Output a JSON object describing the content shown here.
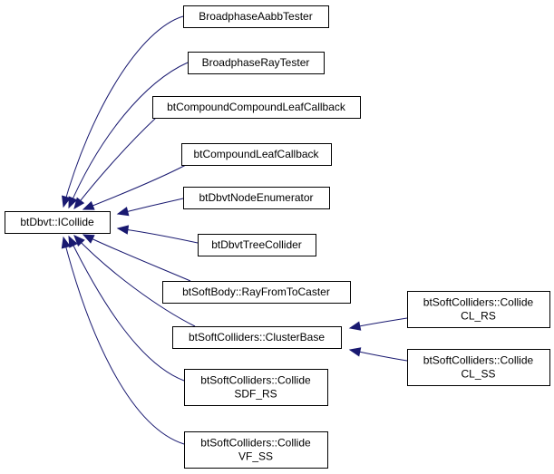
{
  "diagram": {
    "type": "inheritance-graph",
    "colors": {
      "edge": "#191970",
      "node_border": "#000000",
      "node_fill": "#ffffff"
    },
    "nodes": [
      {
        "id": "icollide",
        "lines": [
          "btDbvt::ICollide"
        ]
      },
      {
        "id": "broadphase-aabb-tester",
        "lines": [
          "BroadphaseAabbTester"
        ]
      },
      {
        "id": "broadphase-ray-tester",
        "lines": [
          "BroadphaseRayTester"
        ]
      },
      {
        "id": "bt-compound-compound-leaf-callback",
        "lines": [
          "btCompoundCompoundLeafCallback"
        ]
      },
      {
        "id": "bt-compound-leaf-callback",
        "lines": [
          "btCompoundLeafCallback"
        ]
      },
      {
        "id": "bt-dbvt-node-enumerator",
        "lines": [
          "btDbvtNodeEnumerator"
        ]
      },
      {
        "id": "bt-dbvt-tree-collider",
        "lines": [
          "btDbvtTreeCollider"
        ]
      },
      {
        "id": "bt-soft-body-ray-from-to-caster",
        "lines": [
          "btSoftBody::RayFromToCaster"
        ]
      },
      {
        "id": "bt-soft-colliders-cluster-base",
        "lines": [
          "btSoftColliders::ClusterBase"
        ]
      },
      {
        "id": "bt-soft-colliders-collide-sdf-rs",
        "lines": [
          "btSoftColliders::Collide",
          "SDF_RS"
        ]
      },
      {
        "id": "bt-soft-colliders-collide-vf-ss",
        "lines": [
          "btSoftColliders::Collide",
          "VF_SS"
        ]
      },
      {
        "id": "bt-soft-colliders-collide-cl-rs",
        "lines": [
          "btSoftColliders::Collide",
          "CL_RS"
        ]
      },
      {
        "id": "bt-soft-colliders-collide-cl-ss",
        "lines": [
          "btSoftColliders::Collide",
          "CL_SS"
        ]
      }
    ],
    "edges": [
      {
        "from": "broadphase-aabb-tester",
        "to": "icollide"
      },
      {
        "from": "broadphase-ray-tester",
        "to": "icollide"
      },
      {
        "from": "bt-compound-compound-leaf-callback",
        "to": "icollide"
      },
      {
        "from": "bt-compound-leaf-callback",
        "to": "icollide"
      },
      {
        "from": "bt-dbvt-node-enumerator",
        "to": "icollide"
      },
      {
        "from": "bt-dbvt-tree-collider",
        "to": "icollide"
      },
      {
        "from": "bt-soft-body-ray-from-to-caster",
        "to": "icollide"
      },
      {
        "from": "bt-soft-colliders-cluster-base",
        "to": "icollide"
      },
      {
        "from": "bt-soft-colliders-collide-sdf-rs",
        "to": "icollide"
      },
      {
        "from": "bt-soft-colliders-collide-vf-ss",
        "to": "icollide"
      },
      {
        "from": "bt-soft-colliders-collide-cl-rs",
        "to": "bt-soft-colliders-cluster-base"
      },
      {
        "from": "bt-soft-colliders-collide-cl-ss",
        "to": "bt-soft-colliders-cluster-base"
      }
    ]
  }
}
